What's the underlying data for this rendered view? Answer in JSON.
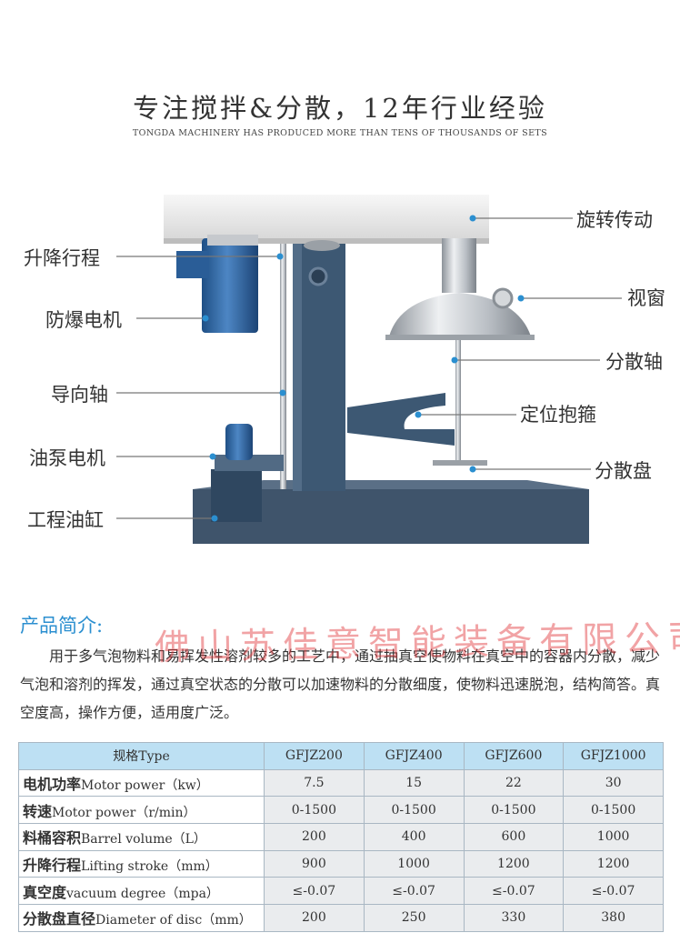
{
  "header": {
    "title": "专注搅拌&分散，12年行业经验",
    "subtitle": "TONGDA MACHINERY HAS PRODUCED MORE THAN TENS OF THOUSANDS OF SETS"
  },
  "callouts": {
    "left": [
      "升降行程",
      "防爆电机",
      "导向轴",
      "油泵电机",
      "工程油缸"
    ],
    "right": [
      "旋转传动",
      "视窗",
      "分散轴",
      "定位抱箍",
      "分散盘"
    ]
  },
  "intro": {
    "heading": "产品简介:",
    "watermark": "佛山苏佳意智能装备有限公司",
    "text": "用于多气泡物料和易挥发性溶剂较多的工艺中，通过抽真空使物料在真空中的容器内分散，减少气泡和溶剂的挥发，通过真空状态的分散可以加速物料的分散细度，使物料迅速脱泡，结构简答。真空度高，操作方便，适用度广泛。"
  },
  "spec_table": {
    "header_label": "规格Type",
    "models": [
      "GFJZ200",
      "GFJZ400",
      "GFJZ600",
      "GFJZ1000"
    ],
    "rows": [
      {
        "zh": "电机功率",
        "en": "Motor power（kw）",
        "values": [
          "7.5",
          "15",
          "22",
          "30"
        ]
      },
      {
        "zh": "转速",
        "en": "Motor power（r/min）",
        "values": [
          "0-1500",
          "0-1500",
          "0-1500",
          "0-1500"
        ]
      },
      {
        "zh": "料桶容积",
        "en": "Barrel volume（L）",
        "values": [
          "200",
          "400",
          "600",
          "1000"
        ]
      },
      {
        "zh": "升降行程",
        "en": "Lifting stroke（mm）",
        "values": [
          "900",
          "1000",
          "1200",
          "1200"
        ]
      },
      {
        "zh": "真空度",
        "en": "vacuum degree（mpa）",
        "values": [
          "≤-0.07",
          "≤-0.07",
          "≤-0.07",
          "≤-0.07"
        ]
      },
      {
        "zh": "分散盘直径",
        "en": "Diameter of disc（mm）",
        "values": [
          "200",
          "250",
          "330",
          "380"
        ]
      }
    ]
  },
  "colors": {
    "machine_body": "#3d5873",
    "top_housing": "#ececec",
    "motor": "#2e68a8",
    "steel": "#c9ccd0",
    "callout_dot": "#2b8fd0",
    "table_header": "#bde0f3"
  }
}
